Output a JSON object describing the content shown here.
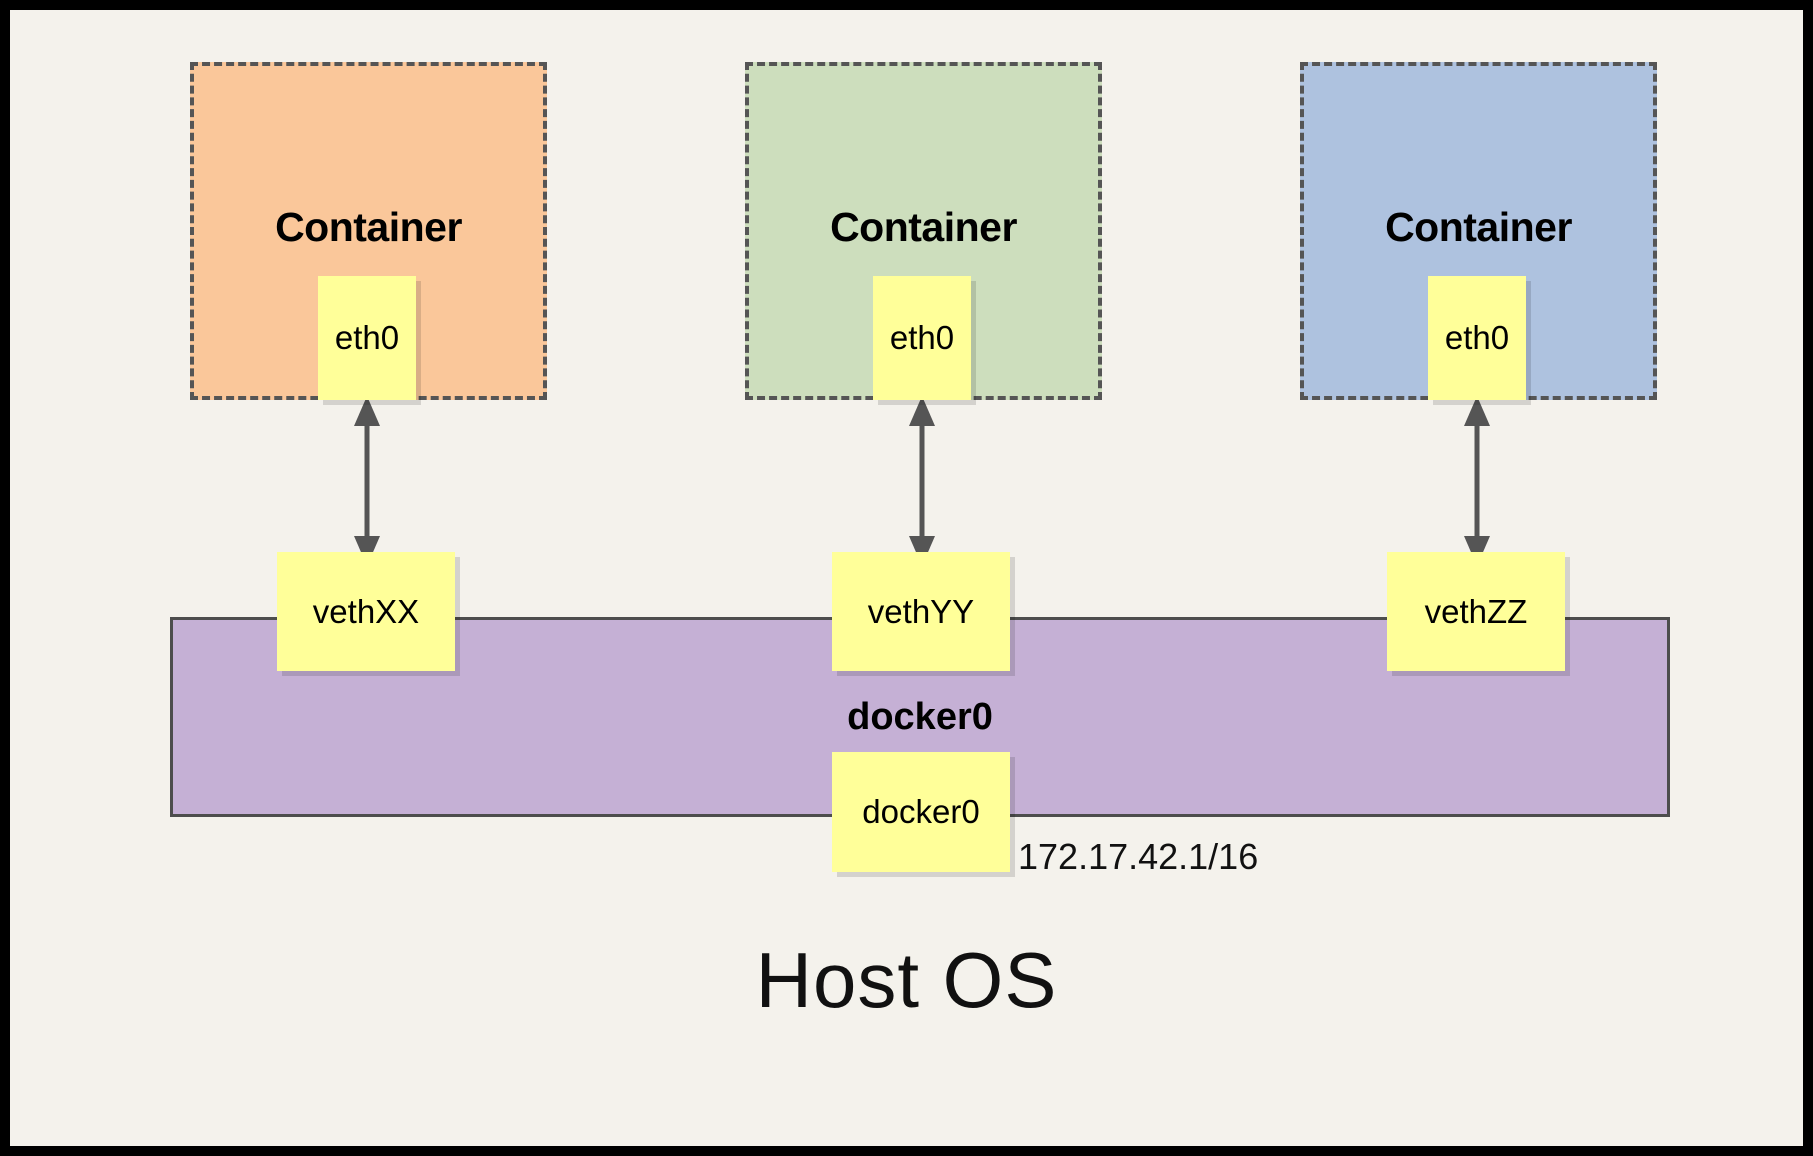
{
  "diagram": {
    "title": "Host OS",
    "frame_color": "#000000",
    "background_color": "#F4F2EC"
  },
  "containers": [
    {
      "label": "Container",
      "fill": "#FAC79A",
      "interface": {
        "label": "eth0"
      }
    },
    {
      "label": "Container",
      "fill": "#CDDEBD",
      "interface": {
        "label": "eth0"
      }
    },
    {
      "label": "Container",
      "fill": "#AEC2DF",
      "interface": {
        "label": "eth0"
      }
    }
  ],
  "veth_pairs": [
    {
      "label": "vethXX"
    },
    {
      "label": "vethYY"
    },
    {
      "label": "vethZZ"
    }
  ],
  "bridge": {
    "label": "docker0",
    "interface_label": "docker0",
    "ip_address": "172.17.42.1/16",
    "fill": "#C5B0D5",
    "border_color": "#4D4D4D"
  },
  "arrows": {
    "color": "#555555",
    "direction": "bidirectional",
    "count": 3
  },
  "note_box": {
    "fill": "#FFFF99"
  }
}
